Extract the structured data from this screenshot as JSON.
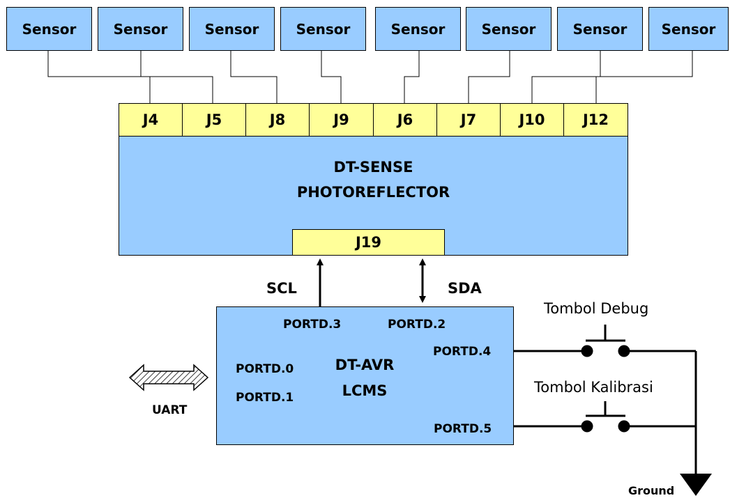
{
  "sensors": [
    "Sensor",
    "Sensor",
    "Sensor",
    "Sensor",
    "Sensor",
    "Sensor",
    "Sensor",
    "Sensor"
  ],
  "connectors": [
    "J4",
    "J5",
    "J8",
    "J9",
    "J6",
    "J7",
    "J10",
    "J12"
  ],
  "photoreflector": {
    "line1": "DT-SENSE",
    "line2": "PHOTOREFLECTOR",
    "port": "J19"
  },
  "bus": {
    "scl": "SCL",
    "sda": "SDA"
  },
  "avr": {
    "line1": "DT-AVR",
    "line2": "LCMS",
    "portd3": "PORTD.3",
    "portd2": "PORTD.2",
    "portd4": "PORTD.4",
    "portd0": "PORTD.0",
    "portd1": "PORTD.1",
    "portd5": "PORTD.5"
  },
  "uart": "UART",
  "buttons": {
    "debug": "Tombol Debug",
    "calibrate": "Tombol Kalibrasi"
  },
  "ground": "Ground",
  "colors": {
    "block": "#99ccff",
    "connector": "#ffff99",
    "line": "#000000"
  }
}
